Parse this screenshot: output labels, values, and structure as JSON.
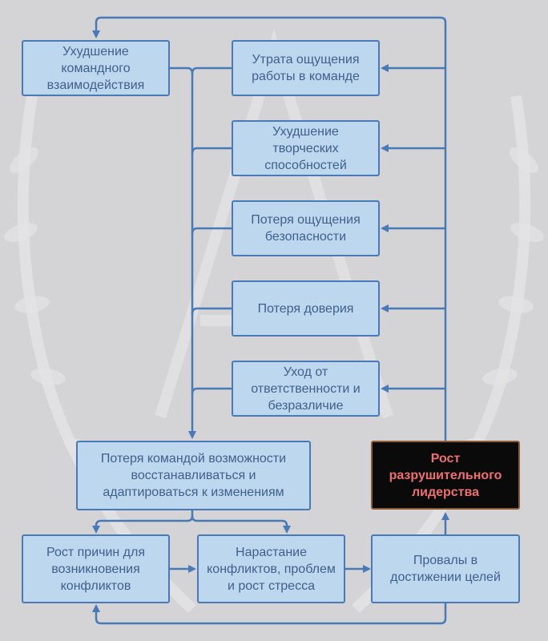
{
  "diagram": {
    "colors": {
      "box_fill": "#bdd7ee",
      "box_border": "#4a79b8",
      "text": "#3f5f8c",
      "arrow": "#4a79b8",
      "highlight_fill": "#0a0a0a",
      "highlight_text": "#f07070"
    },
    "nodes": {
      "team_interaction": "Ухудшение командного взаимодействия",
      "loss_teamwork": "Утрата ощущения работы в команде",
      "creativity": "Ухудшение творческих способностей",
      "safety": "Потеря ощущения безопасности",
      "trust": "Потеря доверия",
      "withdrawal": "Уход от ответственности и безразличие",
      "adaptability": "Потеря командой возможности восстанавливаться и адаптироваться к изменениям",
      "conflict_causes": "Рост причин для возникновения конфликтов",
      "conflict_growth": "Нарастание конфликтов, проблем и рост стресса",
      "goal_failure": "Провалы в достижении целей",
      "destructive": "Рост разрушительного лидерства"
    }
  }
}
